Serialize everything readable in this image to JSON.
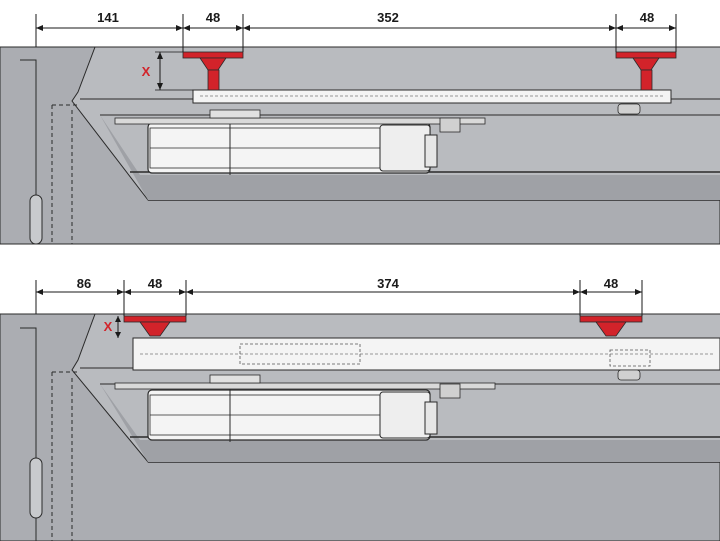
{
  "colors": {
    "background": "#ffffff",
    "wall_gray": "#b9bbbf",
    "wall_dark": "#a6a8ad",
    "outline": "#2a2a2a",
    "closer_body": "#f4f4f4",
    "bracket_red": "#d2232a",
    "dimension_ink": "#1a1a1a"
  },
  "panels": [
    {
      "id": "top",
      "dimensions": {
        "d1": "141",
        "d2": "48",
        "d3": "352",
        "d4": "48"
      },
      "x_label": "X"
    },
    {
      "id": "bottom",
      "dimensions": {
        "d1": "86",
        "d2": "48",
        "d3": "374",
        "d4": "48"
      },
      "x_label": "X"
    }
  ]
}
